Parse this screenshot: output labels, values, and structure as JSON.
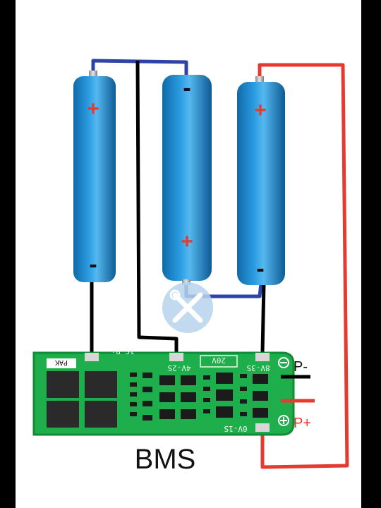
{
  "colors": {
    "battery_body": "#1f8fd3",
    "battery_highlight": "#4fb4ec",
    "battery_shadow": "#0f5f9a",
    "wire_blue": "#2e43a6",
    "wire_black": "#000000",
    "wire_red": "#e53a30",
    "pcb_green": "#1fae4c",
    "pcb_dark": "#138a36",
    "mosfet": "#2a2a2a",
    "plus_sign": "#e53a30",
    "minus_sign": "#111111"
  },
  "batteries": [
    {
      "top_sign": "+",
      "bottom_sign": "-"
    },
    {
      "top_sign": "-",
      "bottom_sign": "+"
    },
    {
      "top_sign": "+",
      "bottom_sign": "-"
    }
  ],
  "board": {
    "pad_labels": {
      "b1": "1S-B+",
      "b2": "4V-2S",
      "b3": "8V-3S",
      "b0": "0V-1S"
    },
    "left_chip": "PAK",
    "right_chip": "20V",
    "p_minus": "P-",
    "p_plus": "P+"
  },
  "title": "BMS",
  "watermark_icon": "tools-icon"
}
